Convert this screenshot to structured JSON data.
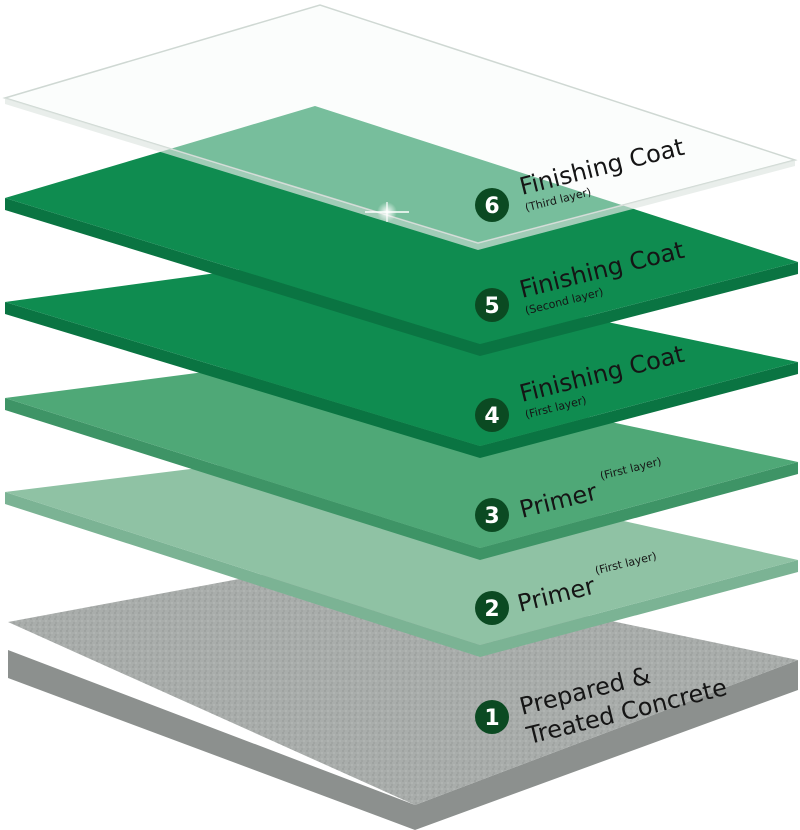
{
  "layers": [
    {
      "number": "1",
      "title_line1": "Prepared &",
      "title_line2": "Treated Concrete",
      "subtitle": "",
      "material": "concrete"
    },
    {
      "number": "2",
      "title_line1": "Primer",
      "title_line2": "",
      "subtitle": "(First layer)",
      "material": "primer-light"
    },
    {
      "number": "3",
      "title_line1": "Primer",
      "title_line2": "",
      "subtitle": "(First layer)",
      "material": "primer-mid"
    },
    {
      "number": "4",
      "title_line1": "Finishing Coat",
      "title_line2": "",
      "subtitle": "(First layer)",
      "material": "coat"
    },
    {
      "number": "5",
      "title_line1": "Finishing Coat",
      "title_line2": "",
      "subtitle": "(Second layer)",
      "material": "coat"
    },
    {
      "number": "6",
      "title_line1": "Finishing Coat",
      "title_line2": "",
      "subtitle": "(Third layer)",
      "material": "clear"
    }
  ],
  "colors": {
    "badge": "#0b4a22",
    "concrete_top": "#a9adab",
    "concrete_side": "#8c908e",
    "primer_light_top": "#8fc2a4",
    "primer_light_side": "#7bb394",
    "primer_mid_top": "#4fa877",
    "primer_mid_side": "#3e9466",
    "coat_top": "#0f8c50",
    "coat_side": "#0a7442",
    "clear_top": "#f7faf8",
    "clear_edge": "#cfd8d3"
  },
  "icons": {
    "badge": "numbered-circle-icon",
    "sparkle": "sparkle-icon"
  }
}
